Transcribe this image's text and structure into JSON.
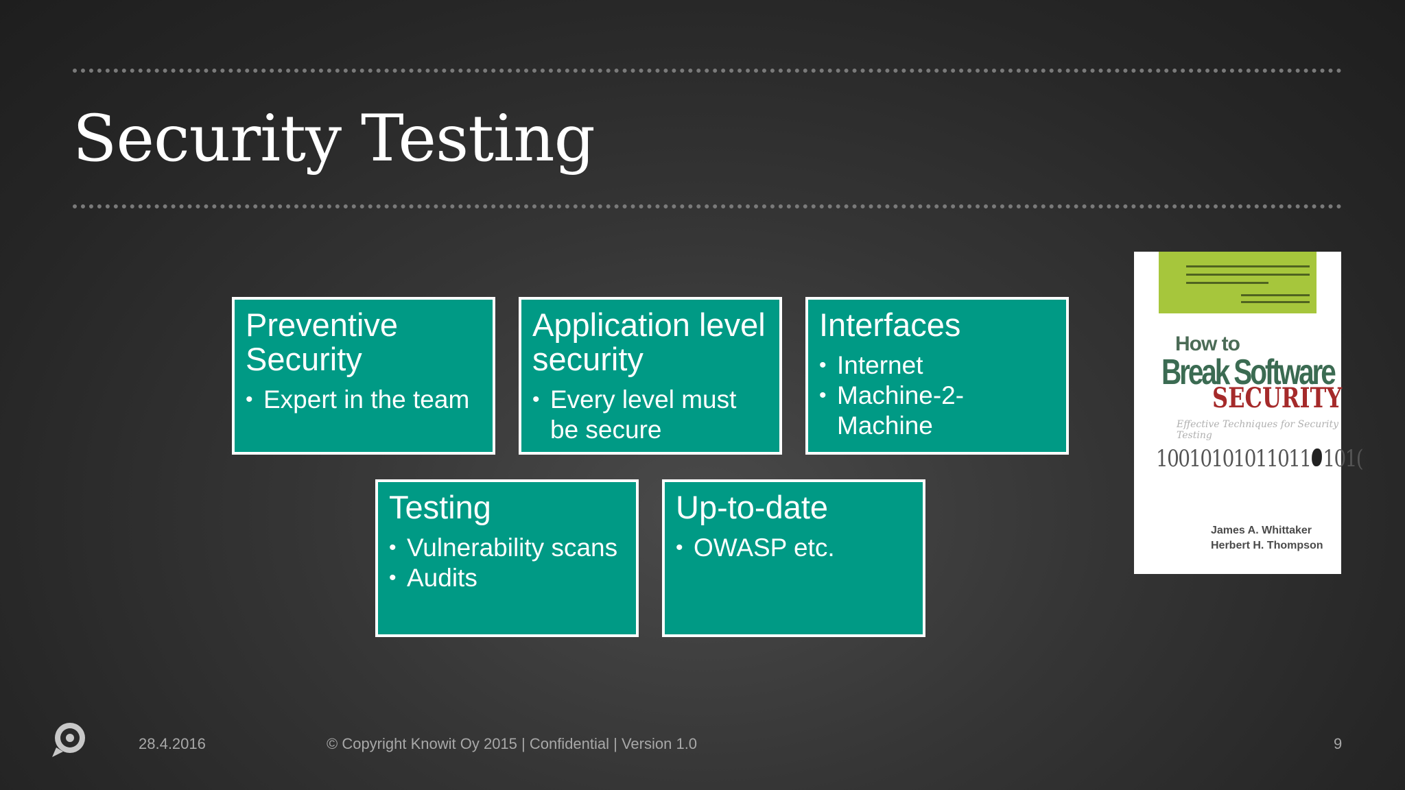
{
  "slide": {
    "title": "Security Testing"
  },
  "boxes": [
    {
      "heading": "Preventive Security",
      "bullets": [
        "Expert in the team"
      ]
    },
    {
      "heading": "Application level security",
      "bullets": [
        "Every level must be secure"
      ]
    },
    {
      "heading": "Interfaces",
      "bullets": [
        "Internet",
        "Machine-2-Machine"
      ]
    },
    {
      "heading": "Testing",
      "bullets": [
        "Vulnerability scans",
        "Audits"
      ]
    },
    {
      "heading": "Up-to-date",
      "bullets": [
        "OWASP etc."
      ]
    }
  ],
  "book": {
    "line1": "How to",
    "line2": "Break Software",
    "line3": "SECURITY",
    "subtitle": "Effective Techniques for Security Testing",
    "binary": "10010101011011",
    "binary_tail": "101(",
    "author1": "James A. Whittaker",
    "author2": "Herbert H. Thompson"
  },
  "footer": {
    "date": "28.4.2016",
    "copyright": "© Copyright  Knowit Oy 2015 | Confidential | Version 1.0",
    "page": "9",
    "logo_icon": "knowit-logo-icon"
  },
  "colors": {
    "box_fill": "#009a85",
    "box_border": "#ffffff",
    "title": "#ffffff",
    "footer_text": "#a8a8a8"
  }
}
